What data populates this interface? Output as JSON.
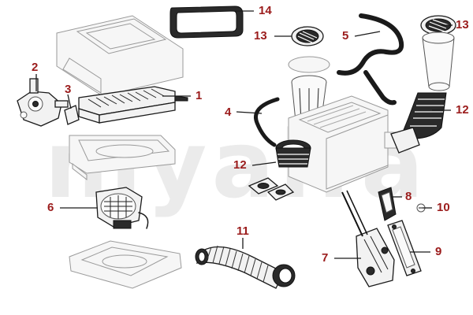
{
  "diagram": {
    "watermark_text": "myalfa",
    "label_color": "#9b1c1c",
    "callouts": [
      {
        "id": "c1",
        "number": "1"
      },
      {
        "id": "c2",
        "number": "2"
      },
      {
        "id": "c3",
        "number": "3"
      },
      {
        "id": "c4",
        "number": "4"
      },
      {
        "id": "c5",
        "number": "5"
      },
      {
        "id": "c6",
        "number": "6"
      },
      {
        "id": "c7",
        "number": "7"
      },
      {
        "id": "c8",
        "number": "8"
      },
      {
        "id": "c9",
        "number": "9"
      },
      {
        "id": "c10",
        "number": "10"
      },
      {
        "id": "c11",
        "number": "11"
      },
      {
        "id": "c12a",
        "number": "12"
      },
      {
        "id": "c12b",
        "number": "12"
      },
      {
        "id": "c13a",
        "number": "13"
      },
      {
        "id": "c13b",
        "number": "13"
      },
      {
        "id": "c14",
        "number": "14"
      }
    ],
    "parts": [
      {
        "name": "heater-radiator",
        "callout": "1"
      },
      {
        "name": "water-valve",
        "callout": "2"
      },
      {
        "name": "valve-gasket",
        "callout": "3"
      },
      {
        "name": "drain-hose",
        "callout": "4"
      },
      {
        "name": "water-hose",
        "callout": "5"
      },
      {
        "name": "blower-fan",
        "callout": "6"
      },
      {
        "name": "control-lever-assembly",
        "callout": "7"
      },
      {
        "name": "lever-knob",
        "callout": "8"
      },
      {
        "name": "lever-bracket",
        "callout": "9"
      },
      {
        "name": "screw",
        "callout": "10"
      },
      {
        "name": "air-duct-corrugated",
        "callout": "11"
      },
      {
        "name": "bellows-hose",
        "callout": "12"
      },
      {
        "name": "air-vent-grille",
        "callout": "13"
      },
      {
        "name": "seal-gasket",
        "callout": "14"
      }
    ]
  }
}
